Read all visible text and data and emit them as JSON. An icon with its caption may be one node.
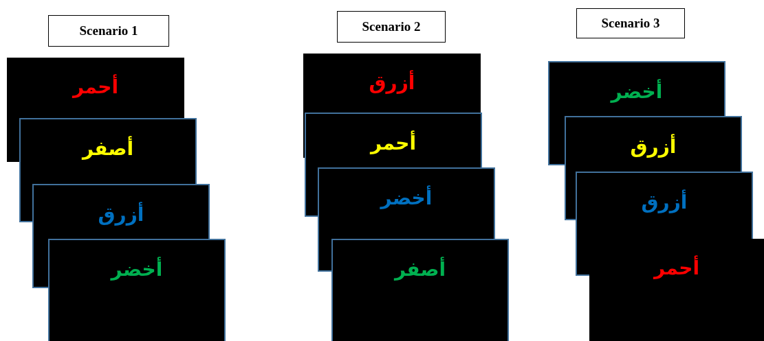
{
  "diagram": {
    "nodes": [
      {
        "text": [
          "Scenario 1"
        ]
      },
      {
        "text": [
          "أحمر"
        ]
      },
      {
        "text": [
          "أصفر"
        ]
      },
      {
        "text": [
          "أزرق"
        ]
      },
      {
        "text": [
          "أخضر"
        ]
      },
      {
        "text": [
          "Scenario 2"
        ]
      },
      {
        "text": [
          "أزرق"
        ]
      },
      {
        "text": [
          "أحمر"
        ]
      },
      {
        "text": [
          "أخضر"
        ]
      },
      {
        "text": [
          "أصفر"
        ]
      },
      {
        "text": [
          "Scenario 3"
        ]
      },
      {
        "text": [
          "أخضر"
        ]
      },
      {
        "text": [
          "أزرق"
        ]
      },
      {
        "text": [
          "أزرق"
        ]
      },
      {
        "text": [
          "أحمر"
        ]
      }
    ]
  }
}
